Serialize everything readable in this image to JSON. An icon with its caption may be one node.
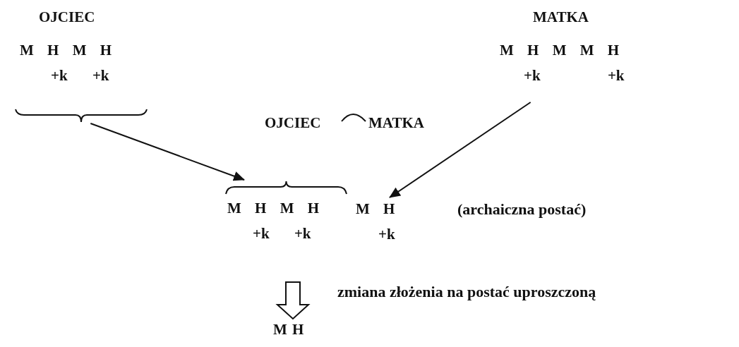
{
  "diagram": {
    "nodes": [
      {
        "text": [
          "M H M H",
          "+k +k"
        ]
      },
      {
        "text": [
          "M **H** M M H",
          "+k +k"
        ]
      },
      {
        "text": [
          "M H M H",
          "+k +k"
        ]
      },
      {
        "text": [
          "**M** H",
          "+k"
        ]
      },
      {
        "text": [
          "M H"
        ]
      }
    ],
    "edges": [
      {
        "from": 0,
        "to": 2,
        "arrow": "to"
      },
      {
        "from": 1,
        "to": 3,
        "arrow": "to"
      },
      {
        "from": null,
        "to": 4,
        "arrow": "to",
        "style": "thick"
      }
    ],
    "labels": [
      "OJCIEC",
      "MATKA",
      "OJCIEC",
      "MATKA",
      "(archaiczna postać)",
      "zmiana złożenia na postać uproszczoną"
    ]
  }
}
